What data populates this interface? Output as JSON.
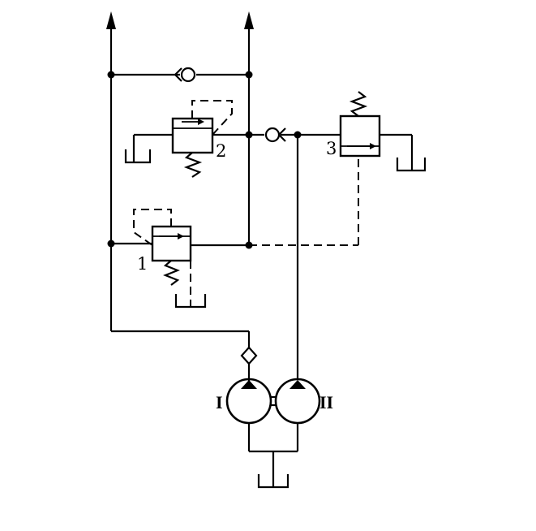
{
  "labels": {
    "valve_1": "1",
    "valve_2": "2",
    "valve_3": "3",
    "pump_I": "I",
    "pump_II": "II"
  }
}
